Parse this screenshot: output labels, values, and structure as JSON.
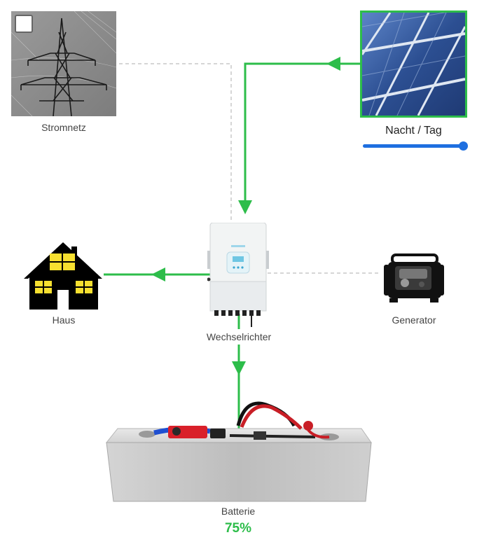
{
  "nodes": {
    "grid": {
      "label": "Stromnetz",
      "connected": false
    },
    "solar": {
      "label": "Nacht / Tag",
      "slider_value": 1.0
    },
    "house": {
      "label": "Haus"
    },
    "inverter": {
      "label": "Wechselrichter"
    },
    "generator": {
      "label": "Generator",
      "connected": false
    },
    "battery": {
      "label": "Batterie",
      "level": "75%"
    }
  },
  "colors": {
    "flow_active": "#2dbd4a",
    "flow_inactive": "#c8c8c8",
    "slider": "#1e6fe0",
    "battery_level": "#2dbd4a"
  },
  "icons": {
    "grid": "power-pylon-icon",
    "solar": "solar-panel-icon",
    "house": "house-icon",
    "inverter": "inverter-icon",
    "generator": "generator-icon",
    "battery": "battery-pack-icon"
  }
}
